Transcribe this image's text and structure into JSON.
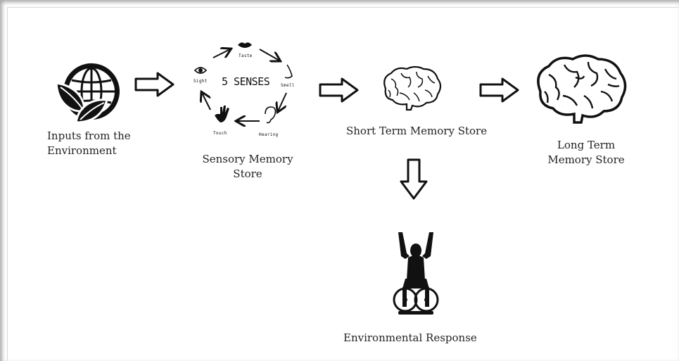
{
  "nodes": {
    "inputs": {
      "line1": "Inputs from the",
      "line2": "Environment"
    },
    "sensory": {
      "center": "5 SENSES",
      "line1": "Sensory Memory",
      "line2": "Store"
    },
    "short_term": {
      "label": "Short Term Memory Store"
    },
    "long_term": {
      "line1": "Long Term",
      "line2": "Memory Store"
    },
    "response": {
      "label": "Environmental Response"
    }
  },
  "senses": {
    "taste": "Taste",
    "smell": "Smell",
    "hearing": "Hearing",
    "touch": "Touch",
    "sight": "Sight"
  },
  "colors": {
    "ink": "#111111",
    "text": "#222222",
    "frame_shadow": "#888888"
  }
}
